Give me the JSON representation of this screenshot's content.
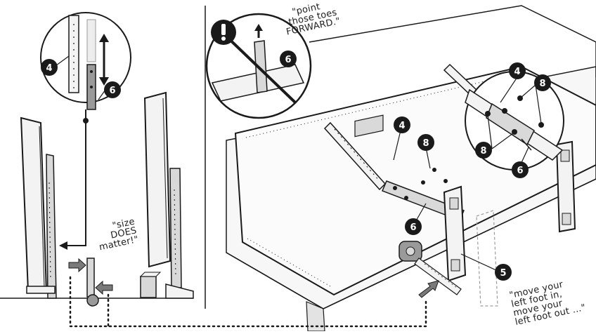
{
  "notes": {
    "size": [
      "\"size",
      "DOES",
      "matter!\""
    ],
    "toes": [
      "\"point",
      "those toes",
      "FORWARD.\""
    ],
    "foot": [
      "\"move your",
      "left foot in,",
      "move your",
      "left foot out ...\""
    ]
  },
  "callouts": {
    "rail": "4",
    "foot_bracket": "6",
    "screw": "8",
    "foot": "5"
  },
  "colors": {
    "line": "#1a1a1a",
    "fill_light": "#f3f3f3",
    "fill_mid": "#d9d9d9",
    "fill_dark": "#9a9a9a",
    "arrow_grey": "#7a7a7a"
  }
}
